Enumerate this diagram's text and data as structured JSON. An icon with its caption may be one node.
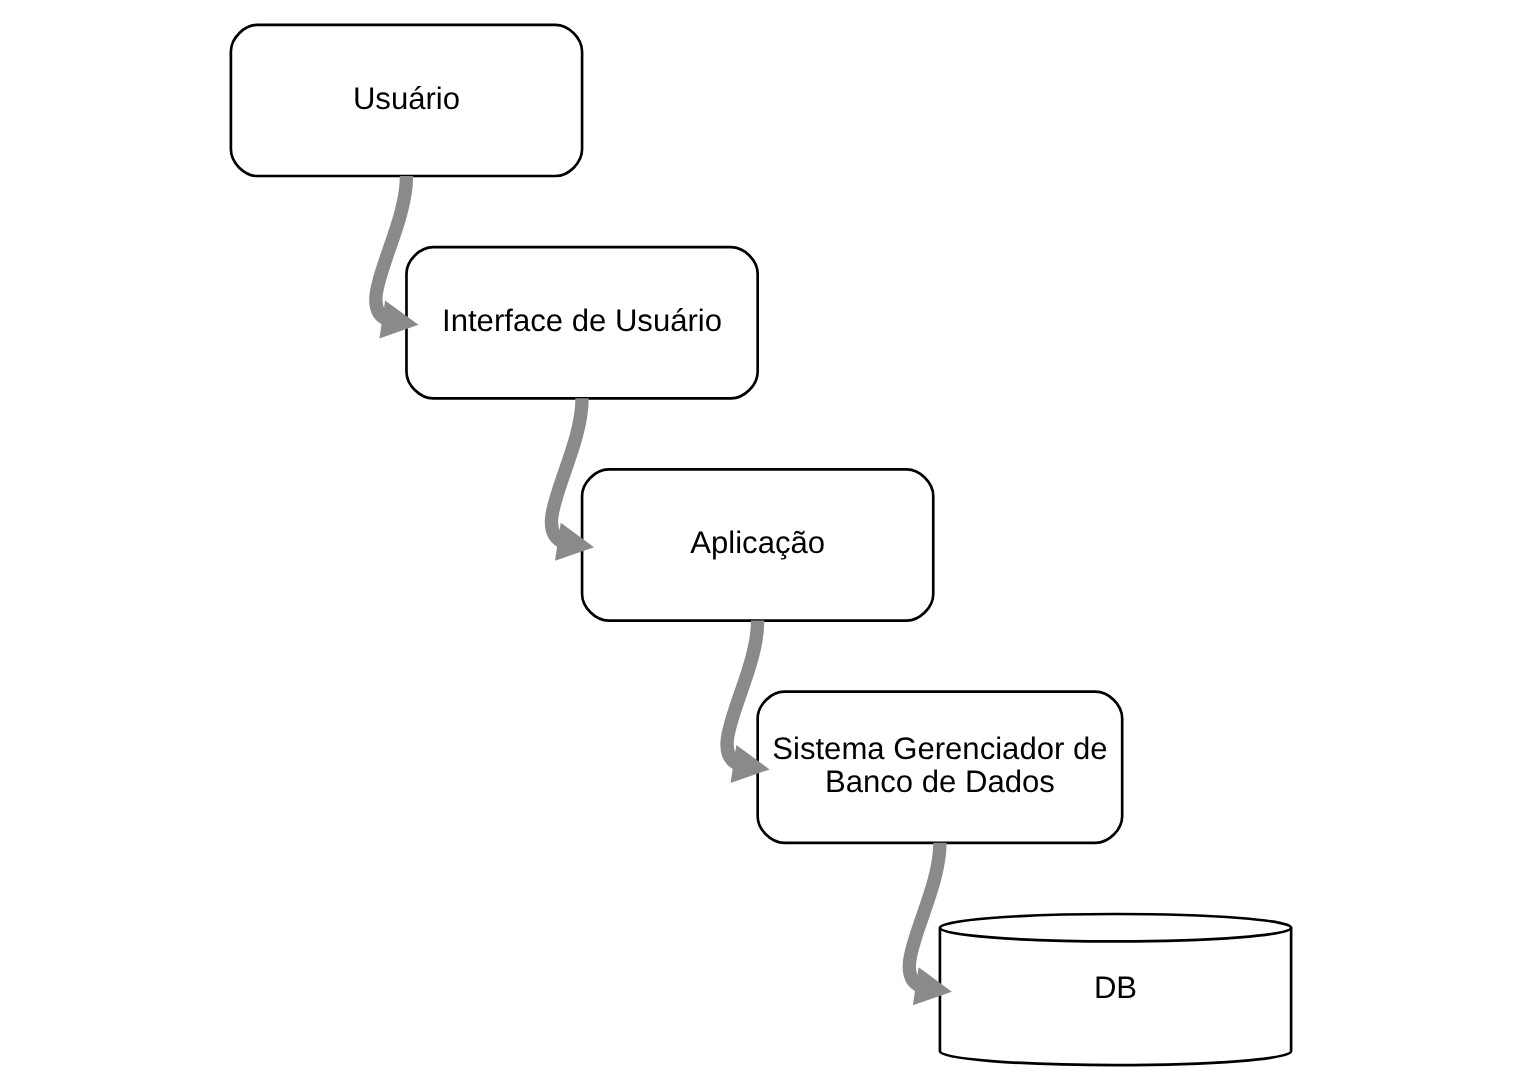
{
  "diagram": {
    "nodes": [
      {
        "text": [
          "Usuário"
        ]
      },
      {
        "text": [
          "Interface de Usuário"
        ]
      },
      {
        "text": [
          "Aplicação"
        ]
      },
      {
        "text": [
          "Sistema Gerenciador de Banco de Dados"
        ]
      },
      {
        "text": [
          "DB"
        ]
      }
    ],
    "edges": [
      {
        "from": 0,
        "to": 1,
        "arrow": "to"
      },
      {
        "from": 1,
        "to": 2,
        "arrow": "to"
      },
      {
        "from": 2,
        "to": 3,
        "arrow": "to"
      },
      {
        "from": 3,
        "to": 4,
        "arrow": "to"
      }
    ]
  }
}
